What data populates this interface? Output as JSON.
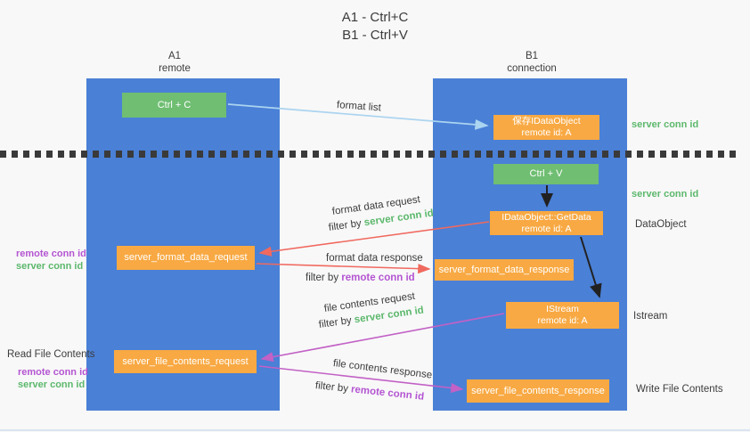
{
  "title": {
    "line1": "A1 - Ctrl+C",
    "line2": "B1 - Ctrl+V"
  },
  "lanes": {
    "a1": {
      "name": "A1",
      "role": "remote"
    },
    "b1": {
      "name": "B1",
      "role": "connection"
    }
  },
  "nodes": {
    "ctrl_c": {
      "label": "Ctrl + C"
    },
    "save_dataobject": {
      "line1": "保存IDataObject",
      "line2": "remote id: A"
    },
    "ctrl_v": {
      "label": "Ctrl + V"
    },
    "getdata": {
      "line1": "IDataObject::GetData",
      "line2": "remote id: A"
    },
    "format_request": {
      "label": "server_format_data_request"
    },
    "format_response": {
      "label": "server_format_data_response"
    },
    "istream": {
      "line1": "IStream",
      "line2": "remote id: A"
    },
    "file_request": {
      "label": "server_file_contents_request"
    },
    "file_response": {
      "label": "server_file_contents_response"
    }
  },
  "side_labels": {
    "server_conn_top": "server conn id",
    "server_conn_mid": "server conn id",
    "dataobject": "DataObject",
    "istream": "Istream",
    "write_file": "Write File Contents",
    "read_file": "Read File Contents",
    "pair1_remote": "remote conn id",
    "pair1_server": "server conn id",
    "pair2_remote": "remote conn id",
    "pair2_server": "server conn id"
  },
  "flow_labels": {
    "format_list": "format list",
    "format_data_request": "format data request",
    "format_data_request_filter_prefix": "filter by ",
    "format_data_request_filter_key": "server conn id",
    "format_data_response": "format data response",
    "format_data_response_filter_prefix": "filter by ",
    "format_data_response_filter_key": "remote conn id",
    "file_contents_request": "file contents request",
    "file_contents_request_filter_prefix": "filter by ",
    "file_contents_request_filter_key": "server conn id",
    "file_contents_response": "file contents response",
    "file_contents_response_filter_prefix": "filter by ",
    "file_contents_response_filter_key": "remote conn id"
  },
  "colors": {
    "background": "#f8f8f8",
    "lane_blue": "#4a80d6",
    "node_green": "#6fbe72",
    "node_orange": "#f8a943",
    "arrow_light_blue": "#abd4f0",
    "arrow_red": "#f0695f",
    "arrow_magenta": "#c261c6",
    "arrow_black": "#212121",
    "label_green": "#5cb86c",
    "label_purple": "#b455d2",
    "text_dark": "#3c3c3c"
  }
}
